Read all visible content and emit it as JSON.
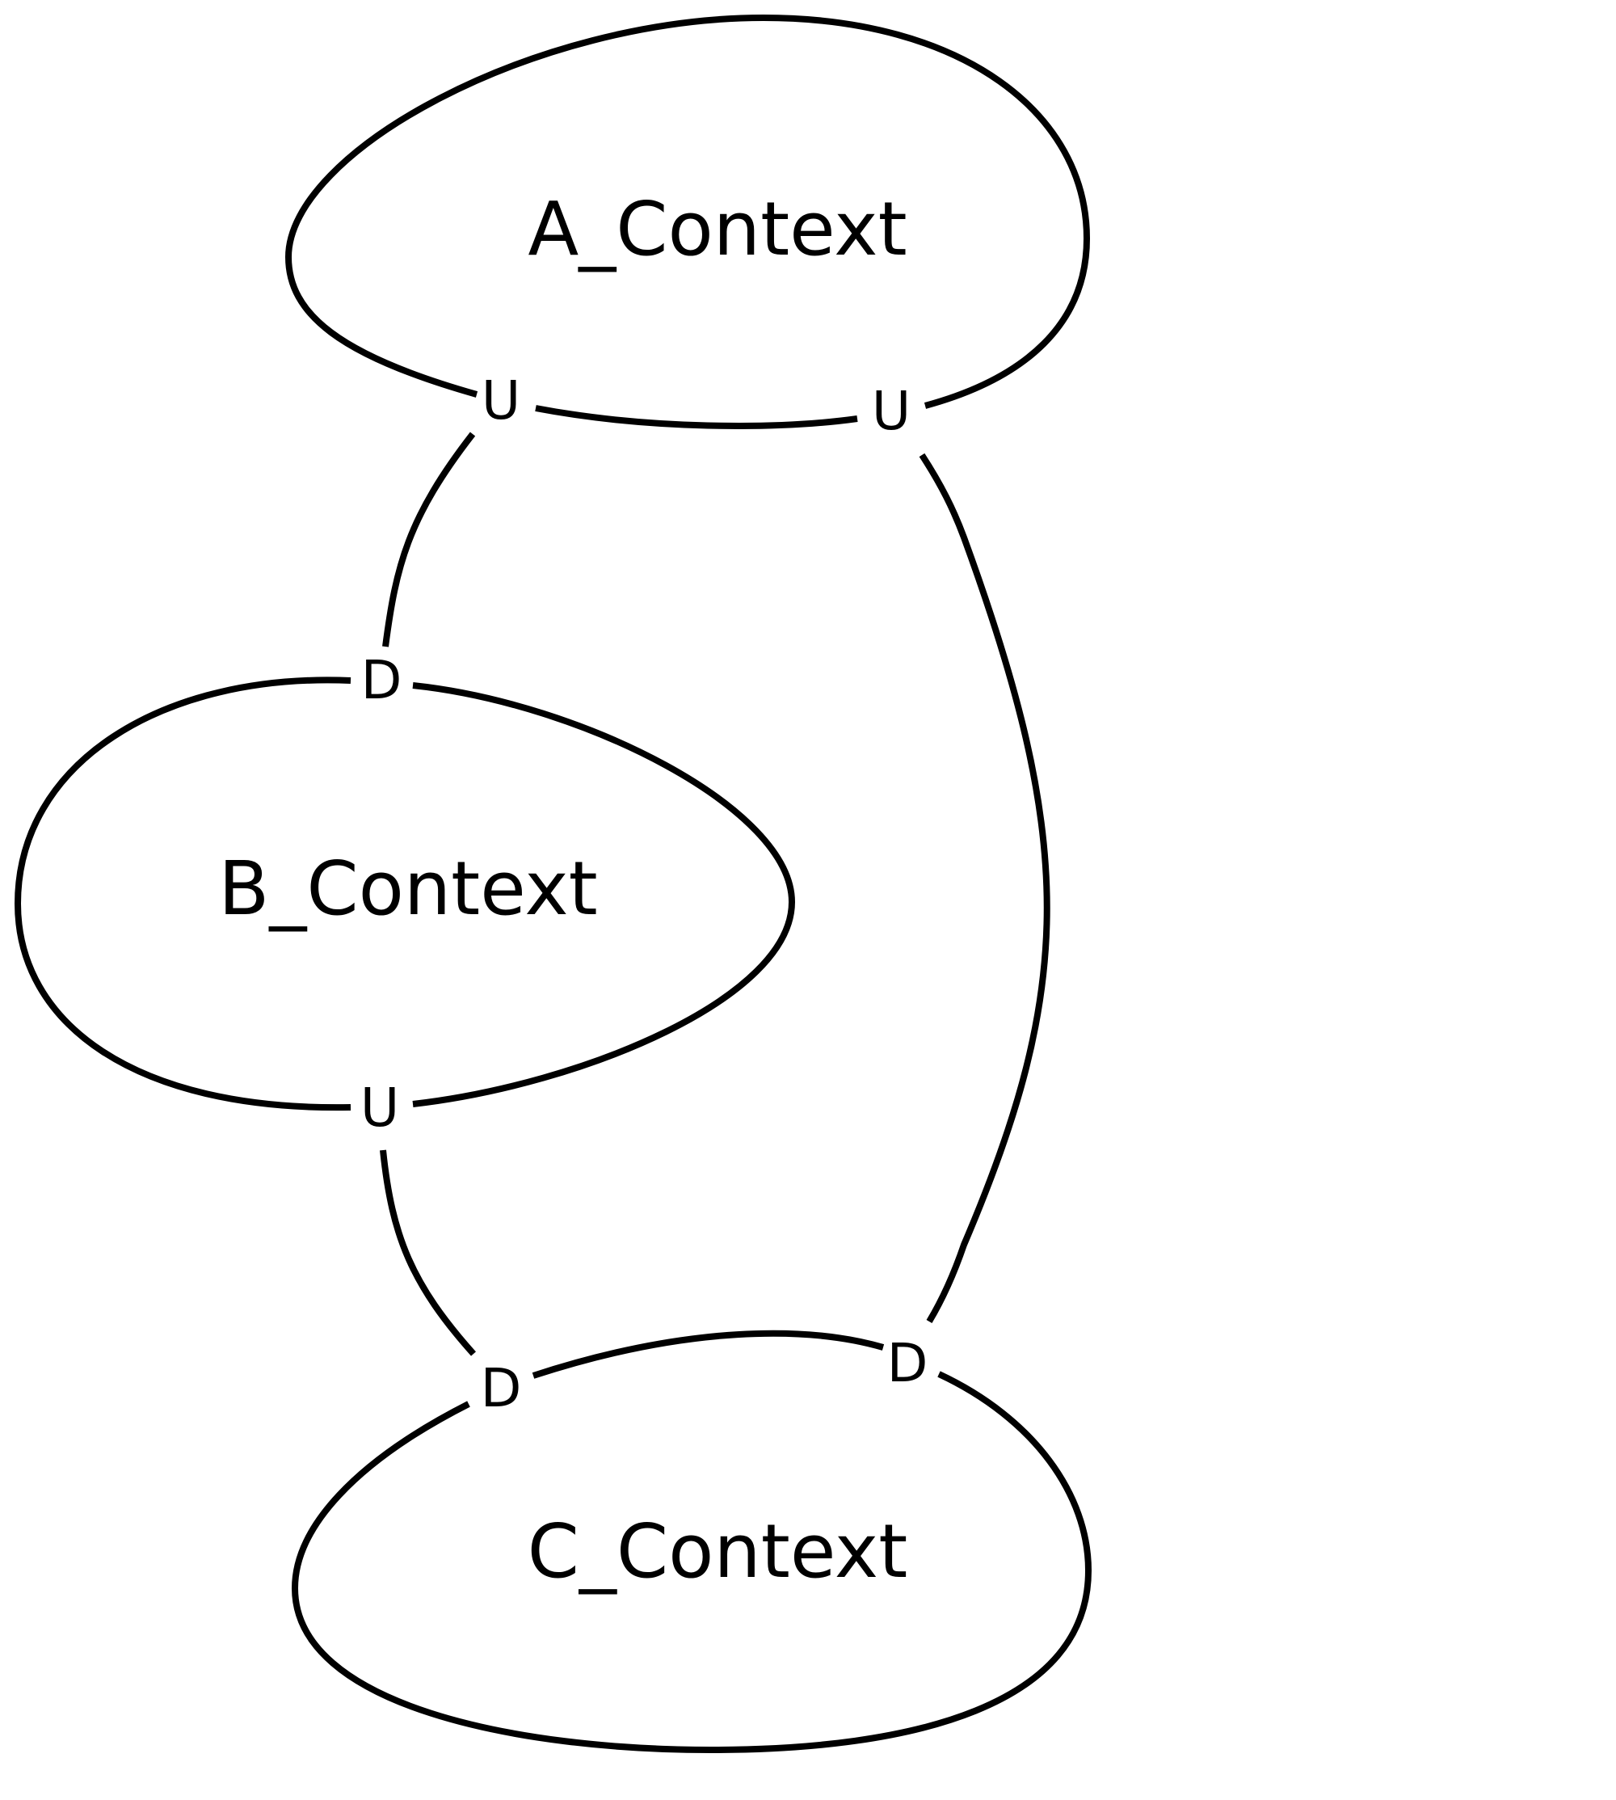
{
  "contexts": {
    "a": "A_Context",
    "b": "B_Context",
    "c": "C_Context"
  },
  "ports": {
    "a_left": "U",
    "a_right": "U",
    "b_top": "D",
    "b_bottom": "U",
    "c_left": "D",
    "c_right": "D"
  },
  "relationships": [
    {
      "from": "A_Context",
      "from_role": "U",
      "to": "B_Context",
      "to_role": "D"
    },
    {
      "from": "A_Context",
      "from_role": "U",
      "to": "C_Context",
      "to_role": "D"
    },
    {
      "from": "B_Context",
      "from_role": "U",
      "to": "C_Context",
      "to_role": "D"
    }
  ],
  "colors": {
    "stroke": "#000000",
    "background": "#ffffff"
  }
}
